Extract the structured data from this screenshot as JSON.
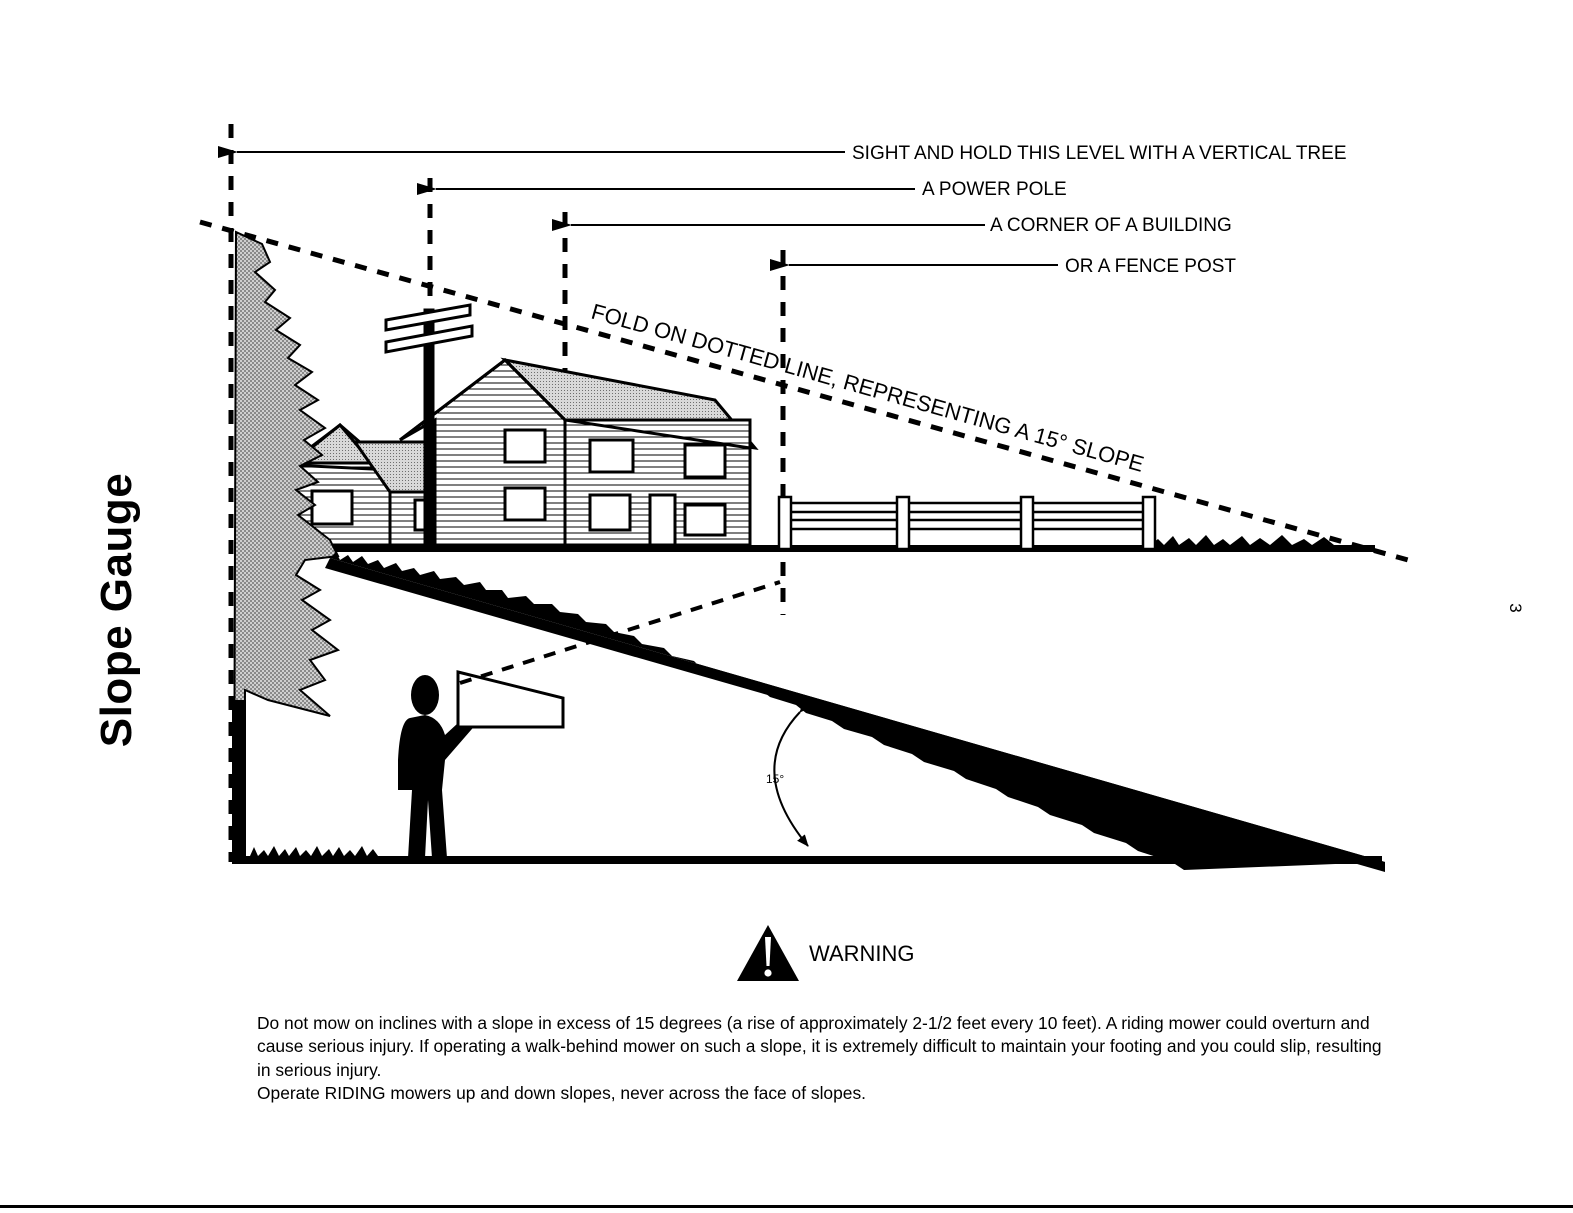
{
  "page": {
    "side_title": "Slope Gauge",
    "page_number": "3"
  },
  "diagram": {
    "sight_labels": [
      "SIGHT AND HOLD THIS LEVEL WITH A VERTICAL TREE",
      "A POWER POLE",
      "A CORNER OF A BUILDING",
      "OR A FENCE POST"
    ],
    "fold_label": "FOLD ON DOTTED LINE, REPRESENTING A 15° SLOPE",
    "angle_label": "15°"
  },
  "warning": {
    "icon": "warning-triangle-icon",
    "label": "WARNING",
    "paragraphs": [
      "Do not mow on inclines with a slope in excess of 15 degrees (a rise of approximately 2-1/2 feet every 10 feet). A riding mower could overturn and cause serious injury. If operating a walk-behind mower on such a slope, it is extremely difficult to maintain your footing and you could slip, resulting in serious injury.",
      "Operate RIDING mowers up and down slopes, never across the face of slopes."
    ]
  }
}
